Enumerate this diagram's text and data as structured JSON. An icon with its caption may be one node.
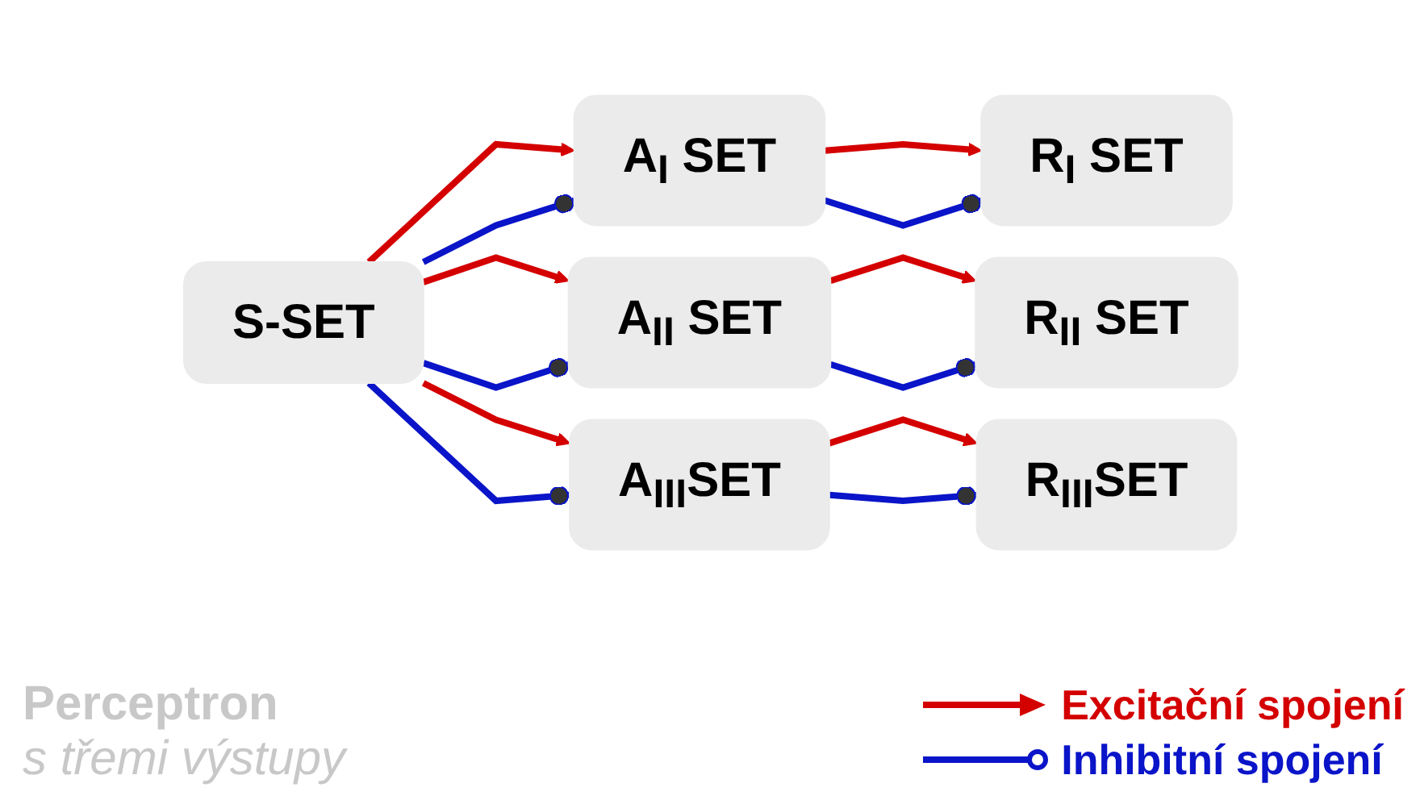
{
  "diagram": {
    "nodes": [
      {
        "text": [
          "S-SET"
        ]
      },
      {
        "text": [
          "A$_{I}$ SET"
        ]
      },
      {
        "text": [
          "A$_{II}$ SET"
        ]
      },
      {
        "text": [
          "A$_{III}$SET"
        ]
      },
      {
        "text": [
          "R$_{I}$ SET"
        ]
      },
      {
        "text": [
          "R$_{II}$ SET"
        ]
      },
      {
        "text": [
          "R$_{III}$SET"
        ]
      }
    ],
    "edges": [
      {
        "from": 0,
        "to": 1,
        "arrow": "to",
        "color": "#d40000"
      },
      {
        "from": 0,
        "to": 1,
        "arrow": "other",
        "color": "#0a14c8"
      },
      {
        "from": 0,
        "to": 2,
        "arrow": "to",
        "color": "#d40000"
      },
      {
        "from": 0,
        "to": 2,
        "arrow": "other",
        "color": "#0a14c8"
      },
      {
        "from": 0,
        "to": 3,
        "arrow": "to",
        "color": "#d40000"
      },
      {
        "from": 0,
        "to": 3,
        "arrow": "other",
        "color": "#0a14c8"
      },
      {
        "from": 1,
        "to": 4,
        "arrow": "to",
        "color": "#d40000"
      },
      {
        "from": 1,
        "to": 4,
        "arrow": "other",
        "color": "#0a14c8"
      },
      {
        "from": 2,
        "to": 5,
        "arrow": "to",
        "color": "#d40000"
      },
      {
        "from": 2,
        "to": 5,
        "arrow": "other",
        "color": "#0a14c8"
      },
      {
        "from": 3,
        "to": 6,
        "arrow": "to",
        "color": "#d40000"
      },
      {
        "from": 3,
        "to": 6,
        "arrow": "other",
        "color": "#0a14c8"
      }
    ],
    "labels": [
      "Perceptron",
      "s třemi výstupy"
    ],
    "legend": [
      {
        "text": "Excitační spojení"
      },
      {
        "text": "Inhibitní spojení"
      }
    ]
  }
}
